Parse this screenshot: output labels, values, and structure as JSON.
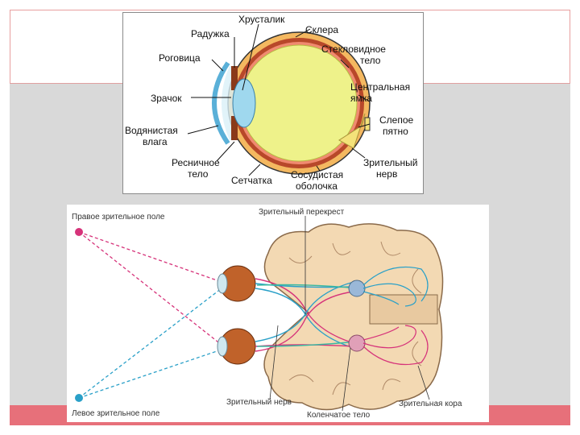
{
  "eye_labels": {
    "lens": "Хрусталик",
    "iris": "Радужка",
    "sclera": "Склера",
    "cornea": "Роговица",
    "vitreous_1": "Стекловидное",
    "vitreous_2": "тело",
    "pupil": "Зрачок",
    "fovea_1": "Центральная",
    "fovea_2": "ямка",
    "aqueous_1": "Водянистая",
    "aqueous_2": "влага",
    "blind_1": "Слепое",
    "blind_2": "пятно",
    "ciliary_1": "Ресничное",
    "ciliary_2": "тело",
    "retina": "Сетчатка",
    "choroid_1": "Сосудистая",
    "choroid_2": "оболочка",
    "nerve_1": "Зрительный",
    "nerve_2": "нерв"
  },
  "brain_labels": {
    "right_field": "Правое зрительное поле",
    "chiasm": "Зрительный перекрест",
    "left_field": "Левое зрительное поле",
    "optic_nerve": "Зрительный нерв",
    "geniculate": "Коленчатое тело",
    "cortex": "Зрительная кора"
  },
  "colors": {
    "right_field": "#d6337a",
    "left_field": "#2aa0c8",
    "eyeball": "#c0622a",
    "brain": "#f3d9b3"
  }
}
